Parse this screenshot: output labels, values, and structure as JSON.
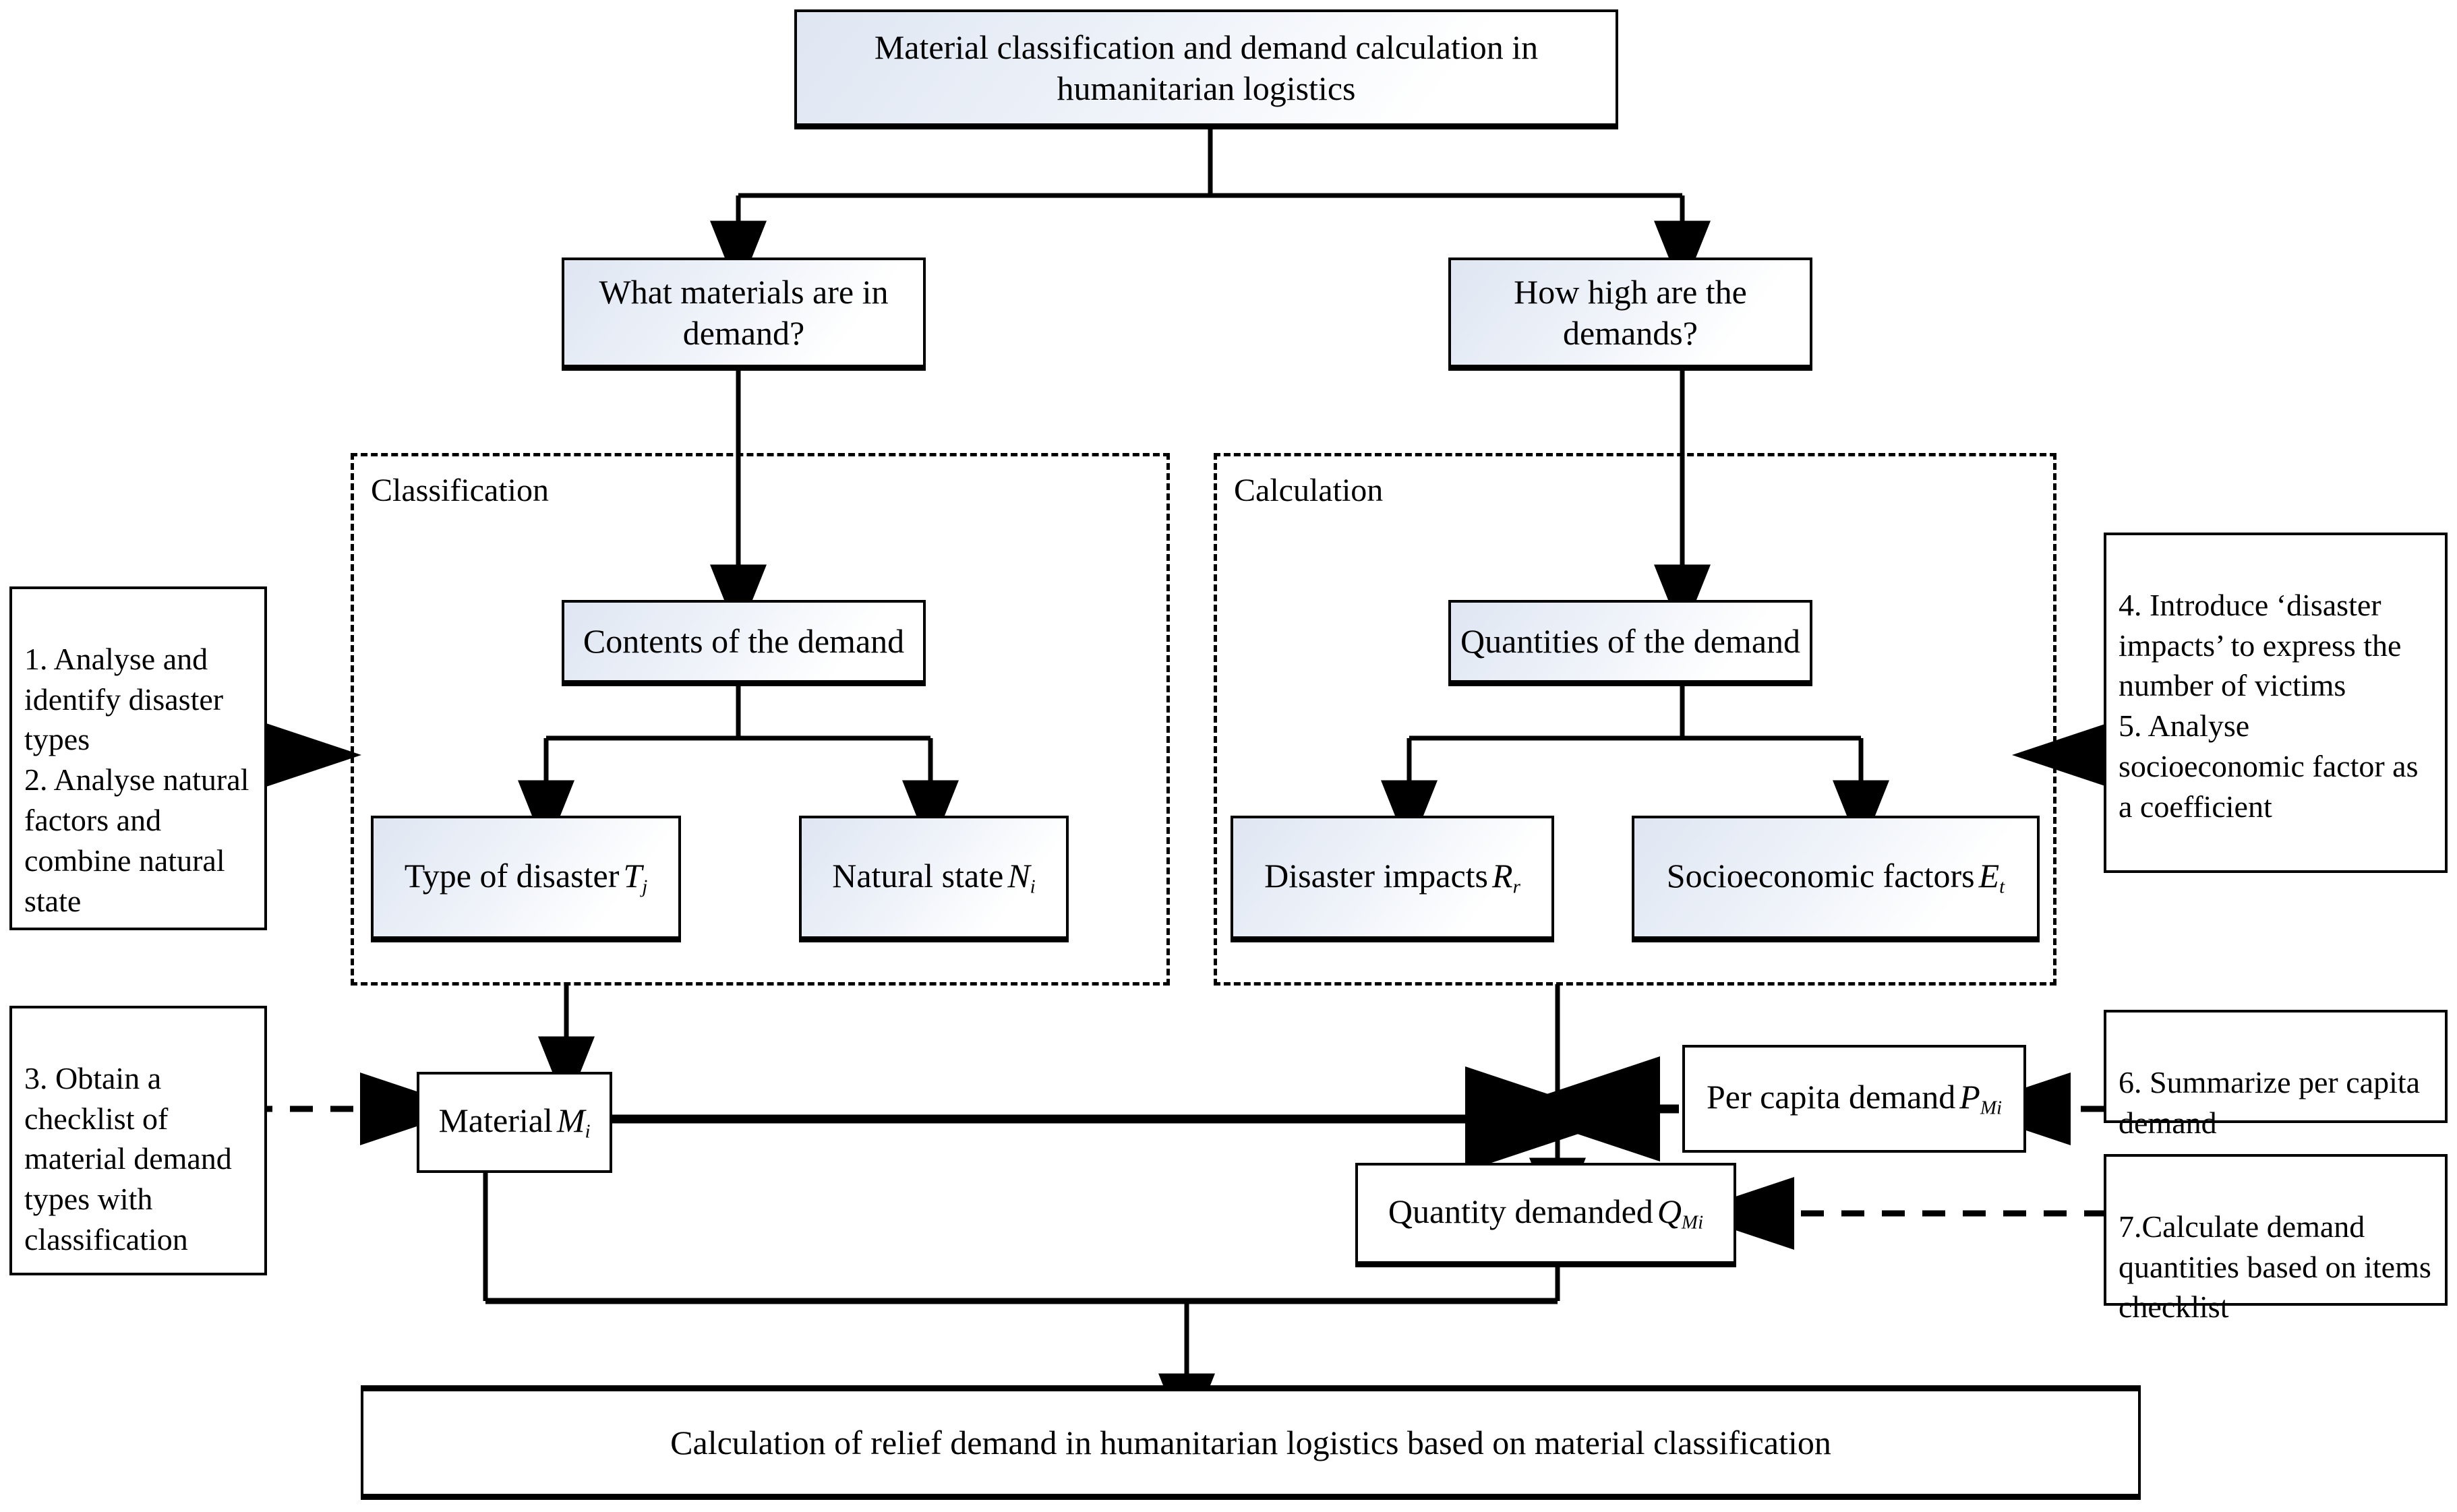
{
  "diagram": {
    "title_box": "Material classification and demand calculation in humanitarian logistics",
    "question_left": "What materials are in demand?",
    "question_right": "How high are the demands?",
    "group_left_label": "Classification",
    "group_right_label": "Calculation",
    "contents_box": "Contents of the demand",
    "quantities_box": "Quantities of the demand",
    "type_of_disaster": {
      "text": "Type of disaster",
      "symbol": "T",
      "subscript": "j"
    },
    "natural_state": {
      "text": "Natural state",
      "symbol": "N",
      "subscript": "i"
    },
    "disaster_impacts": {
      "text": "Disaster impacts",
      "symbol": "R",
      "subscript": "r"
    },
    "socioeconomic_factors": {
      "text": "Socioeconomic factors",
      "symbol": "E",
      "subscript": "t"
    },
    "material": {
      "text": "Material",
      "symbol": "M",
      "subscript": "i"
    },
    "per_capita_demand": {
      "text": "Per capita demand",
      "symbol": "P",
      "subscript": "Mi"
    },
    "quantity_demanded": {
      "text": "Quantity demanded",
      "symbol": "Q",
      "subscript": "Mi"
    },
    "bottom_box": "Calculation of relief demand in humanitarian logistics based on material classification",
    "notes": {
      "note_1_2": "1. Analyse and identify disaster types\n2. Analyse natural factors and combine natural state",
      "note_3": "3. Obtain a checklist of material demand types with classification",
      "note_4_5": "4. Introduce  ‘disaster impacts’  to express the number of victims\n5. Analyse socioeconomic factor as a coefficient",
      "note_6": "6. Summarize per capita demand",
      "note_7": "7.Calculate demand quantities based on items checklist"
    }
  },
  "colors": {
    "stroke": "#000000",
    "box_fill_start": "#dfe6f2",
    "box_fill_end": "#ffffff",
    "background": "#ffffff"
  }
}
